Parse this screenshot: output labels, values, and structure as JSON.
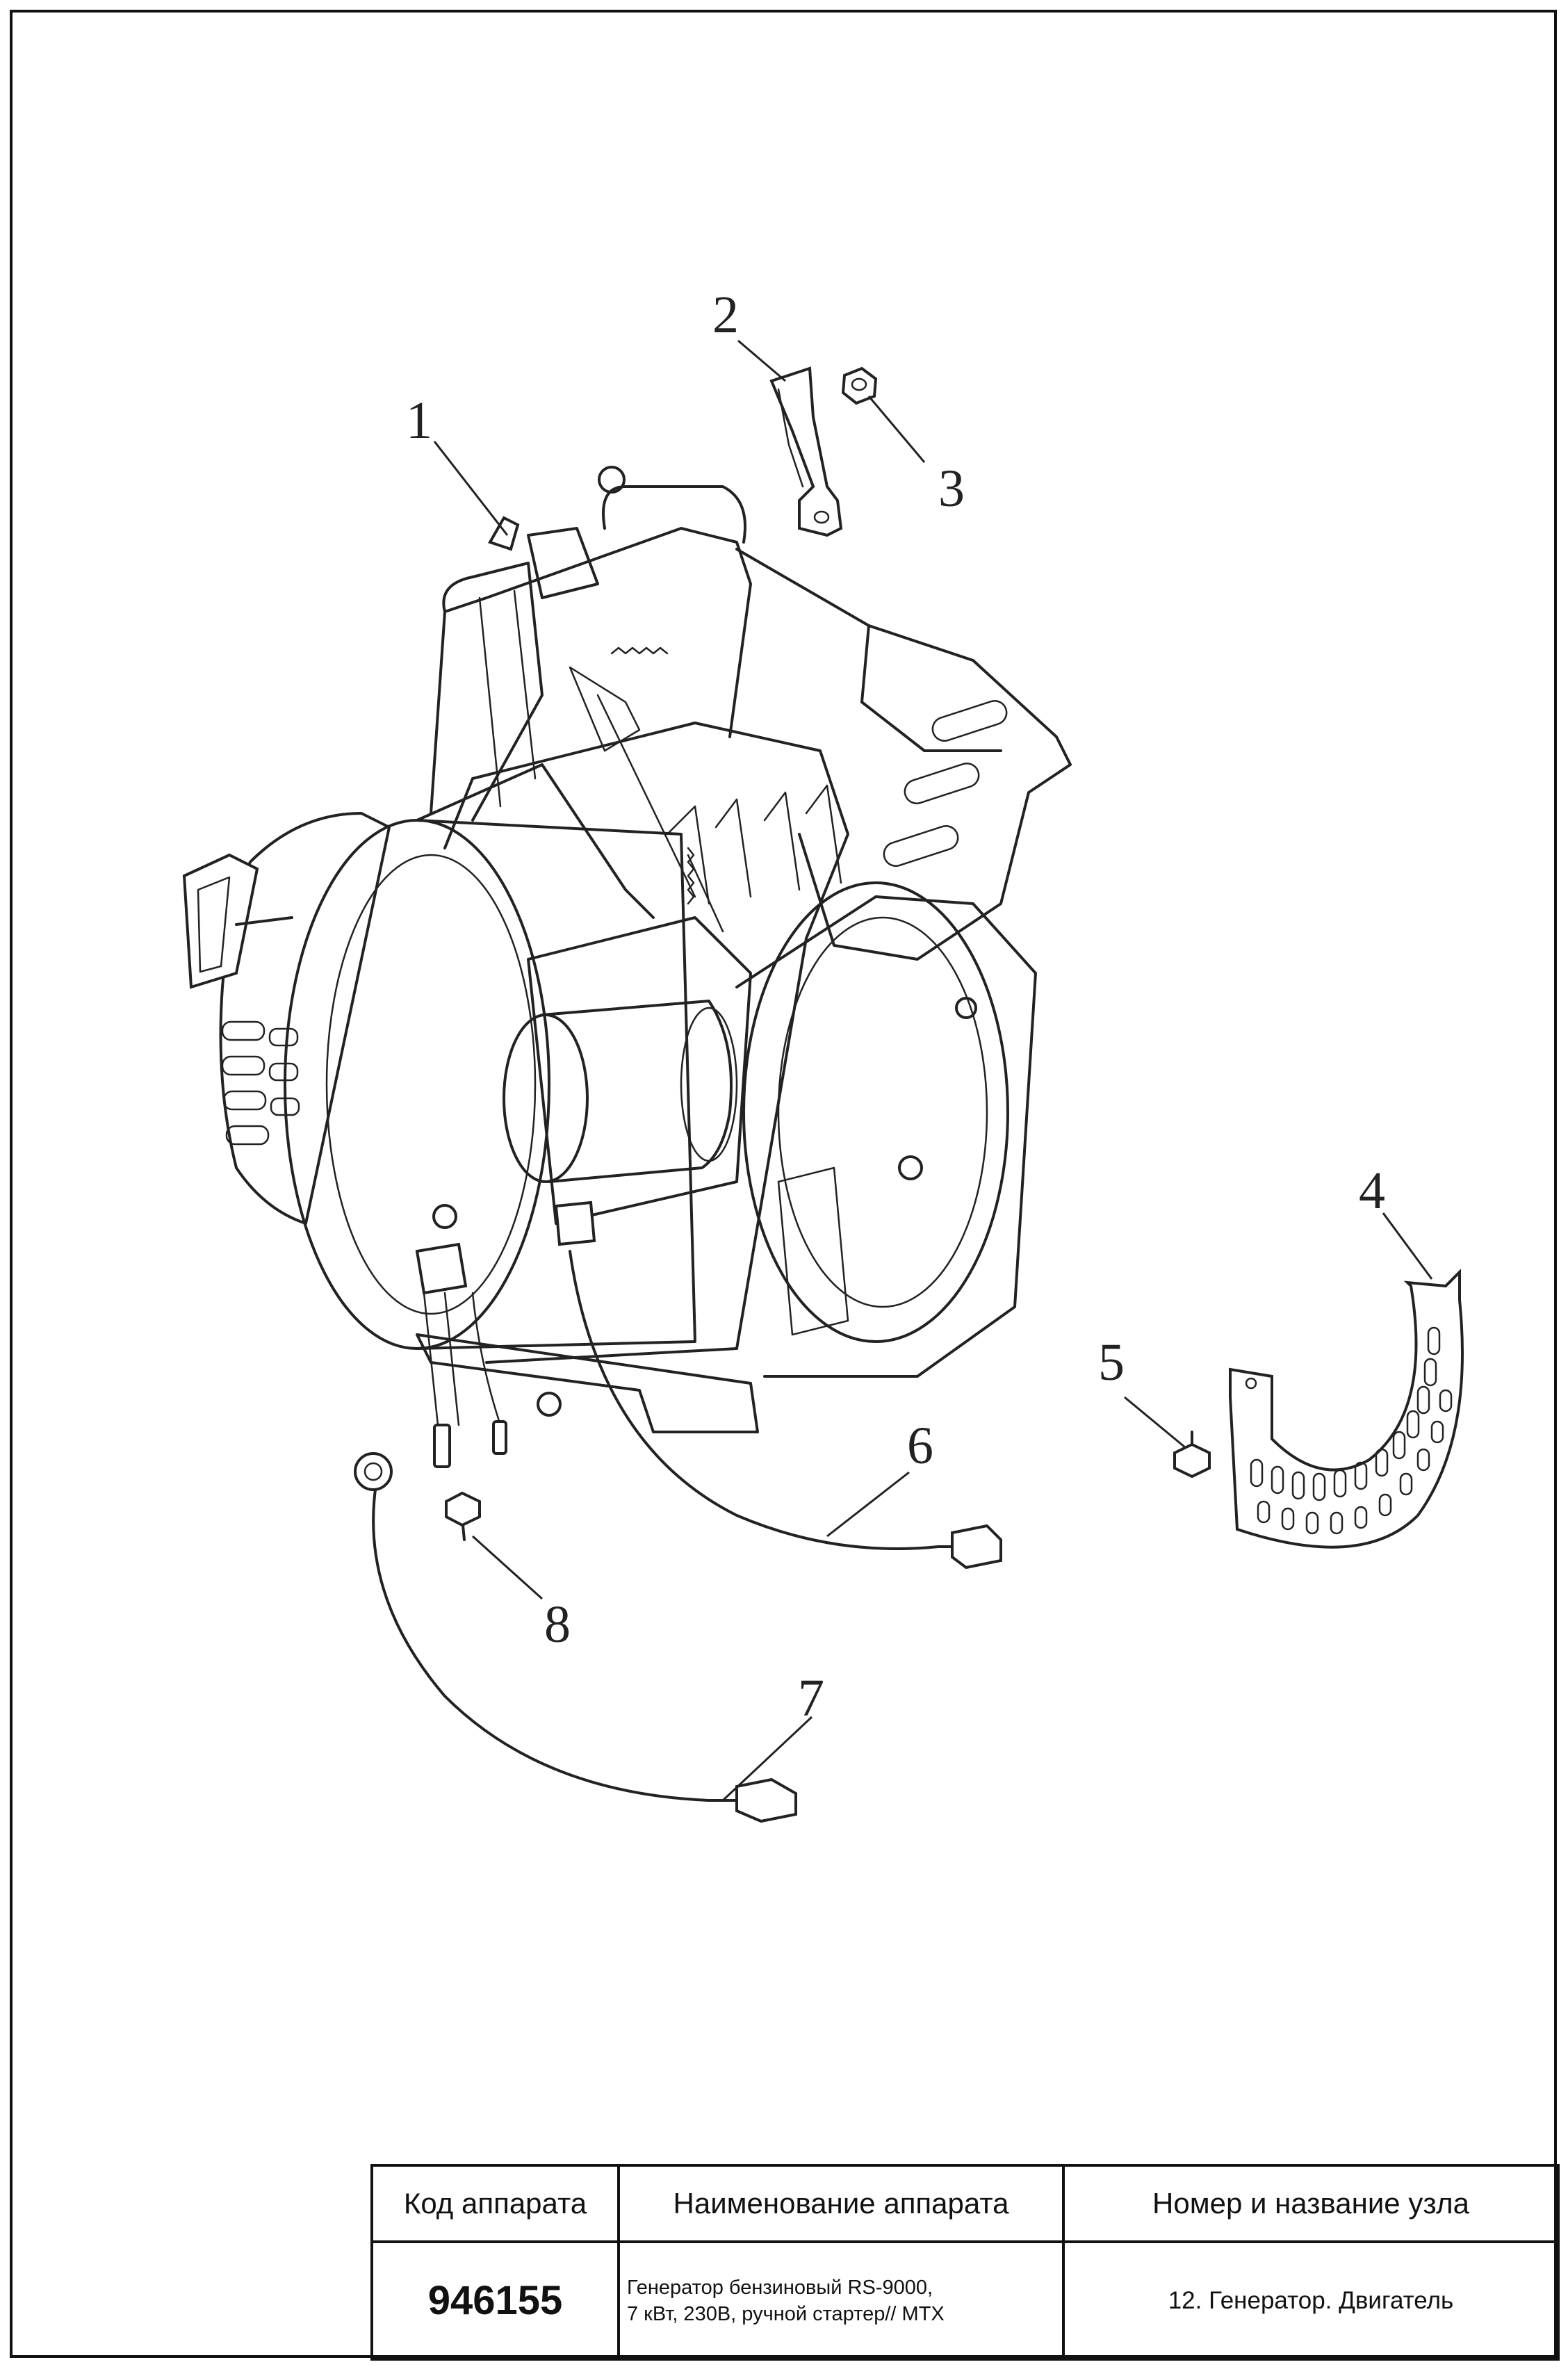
{
  "callouts": [
    {
      "number": "1"
    },
    {
      "number": "2"
    },
    {
      "number": "3"
    },
    {
      "number": "4"
    },
    {
      "number": "5"
    },
    {
      "number": "6"
    },
    {
      "number": "7"
    },
    {
      "number": "8"
    }
  ],
  "title_block": {
    "header_code": "Код аппарата",
    "header_name": "Наименование аппарата",
    "header_unit": "Номер и название узла",
    "code": "946155",
    "name_line1": "Генератор бензиновый RS-9000,",
    "name_line2": "7 кВт, 230В, ручной стартер// MTX",
    "unit": "12. Генератор. Двигатель"
  }
}
